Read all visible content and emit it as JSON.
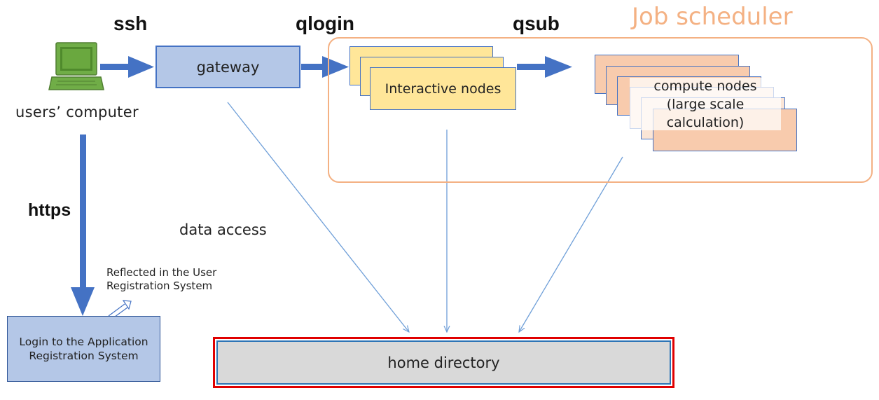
{
  "labels": {
    "ssh": "ssh",
    "qlogin": "qlogin",
    "qsub": "qsub",
    "https": "https",
    "data_access": "data access",
    "job_scheduler": "Job scheduler",
    "users_computer": "users’ computer",
    "reflected": "Reflected in the User\nRegistration System"
  },
  "nodes": {
    "gateway": "gateway",
    "interactive": "Interactive nodes",
    "compute": "compute nodes\n(large scale\ncalculation)",
    "home": "home directory",
    "login_app": "Login to the Application\nRegistration System"
  },
  "icons": {
    "computer": "laptop-icon"
  },
  "colors": {
    "arrow_blue": "#4472c4",
    "thin_blue": "#6f9fd8",
    "gateway_fill": "#b4c7e7",
    "interactive_fill": "#ffe699",
    "compute_fill": "#f8cbad",
    "scheduler_border": "#f4b183",
    "scheduler_text": "#f4b183",
    "home_fill": "#d9d9d9",
    "home_outer_border": "#e00000",
    "laptop_green": "#70ad47"
  }
}
